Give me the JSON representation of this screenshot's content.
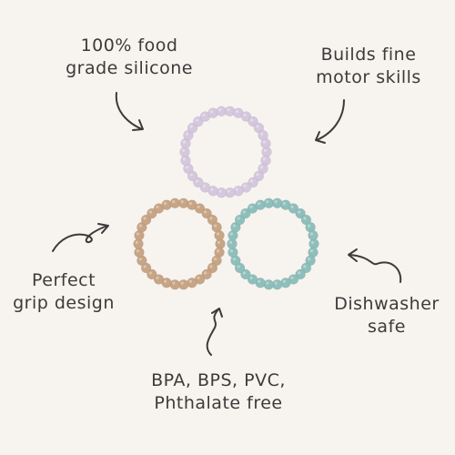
{
  "colors": {
    "background": "#f7f3ef",
    "ring_lavender": "#d5c8de",
    "ring_tan": "#c7a585",
    "ring_teal": "#8fbfbb",
    "text": "#3b3b3b"
  },
  "labels": {
    "food_grade": {
      "line1": "100% food",
      "line2": "grade silicone"
    },
    "motor_skills": {
      "line1": "Builds fine",
      "line2": "motor skills"
    },
    "grip": {
      "line1": "Perfect",
      "line2": "grip design"
    },
    "dishwasher": {
      "line1": "Dishwasher",
      "line2": "safe"
    },
    "bpa_free": {
      "line1": "BPA, BPS, PVC,",
      "line2": "Phthalate free"
    }
  },
  "products": [
    {
      "name": "lavender-bracelet"
    },
    {
      "name": "tan-bracelet"
    },
    {
      "name": "teal-bracelet"
    }
  ],
  "icons": [
    "curved-arrow-icon"
  ]
}
